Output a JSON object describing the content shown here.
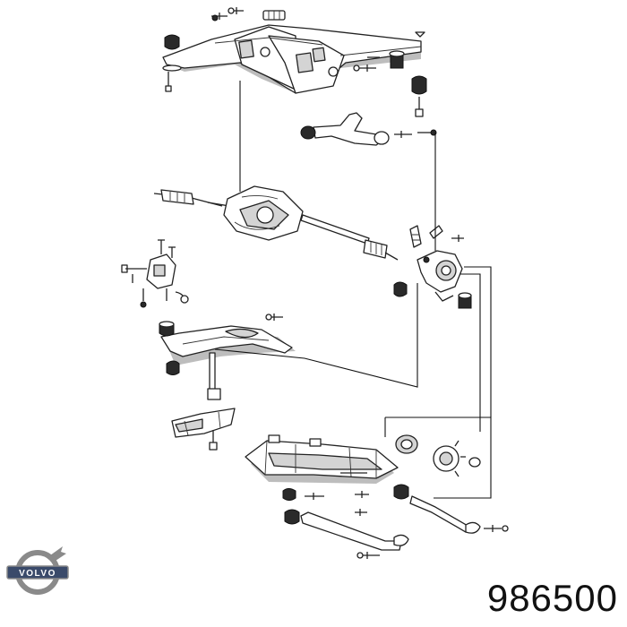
{
  "brand": {
    "name": "VOLVO",
    "logo_icon": "volvo-iron-mark-icon",
    "colors": {
      "ring": "#8a8a8a",
      "badge": "#3a4a6a",
      "text": "#ffffff"
    }
  },
  "part_number": "986500",
  "diagram": {
    "style": "exploded-view line drawing of rear suspension",
    "colors": {
      "line": "#222222",
      "fill": "#ffffff",
      "shade": "#d4d4d4",
      "dark": "#2a2a2a"
    }
  }
}
